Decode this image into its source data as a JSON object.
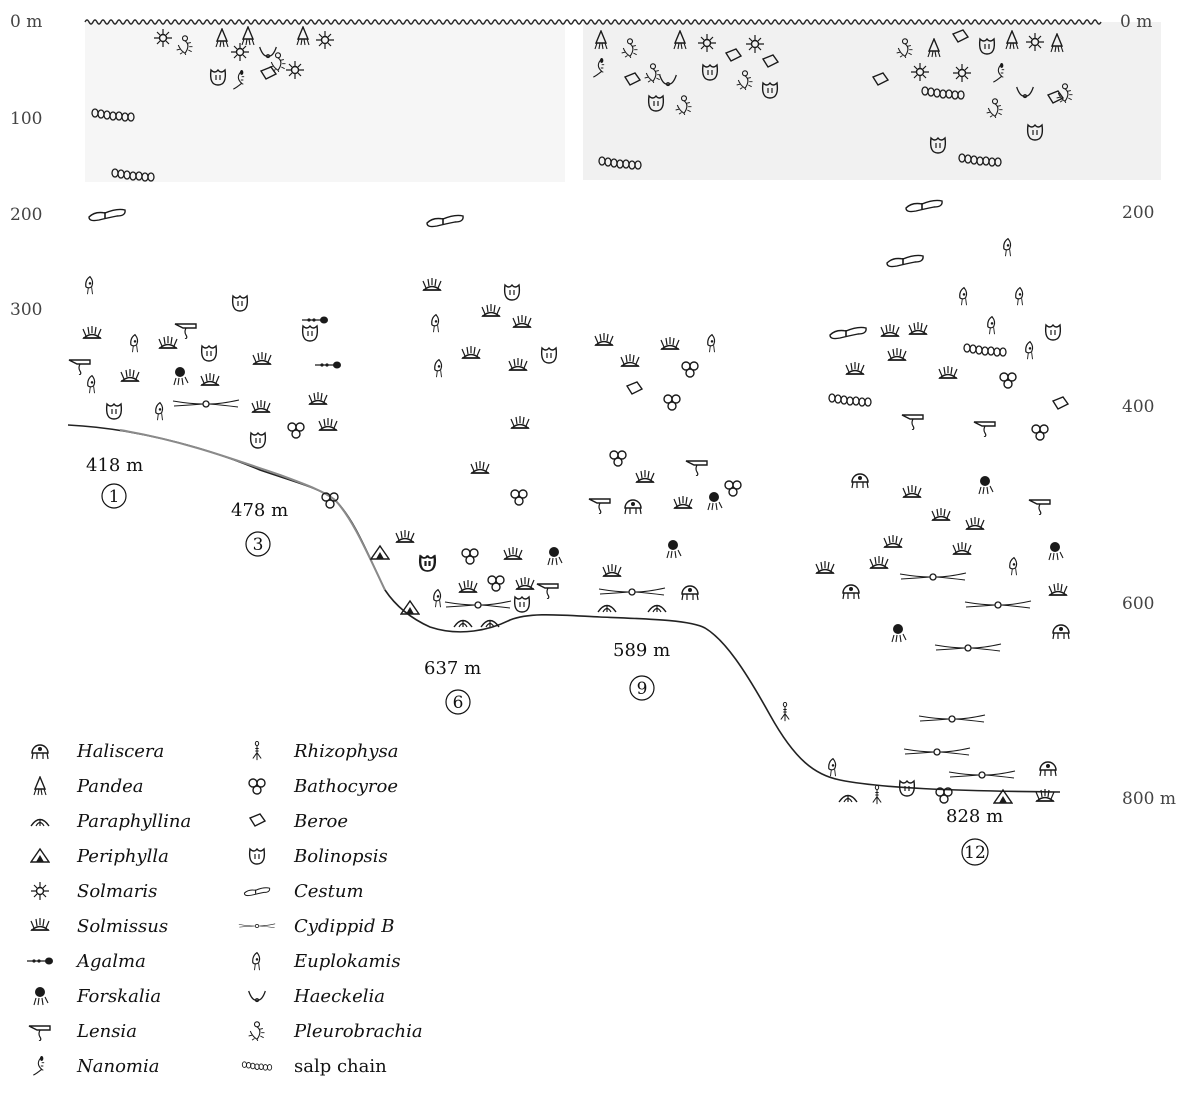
{
  "depth_axis": {
    "left_labels": [
      "0 m",
      "100",
      "200",
      "300"
    ],
    "right_labels": [
      "0 m",
      "200",
      "400",
      "600",
      "800 m"
    ]
  },
  "stations": [
    {
      "depth": "418 m",
      "number": "1"
    },
    {
      "depth": "478 m",
      "number": "3"
    },
    {
      "depth": "637 m",
      "number": "6"
    },
    {
      "depth": "589 m",
      "number": "9"
    },
    {
      "depth": "828 m",
      "number": "12"
    }
  ],
  "legend": {
    "left_column": [
      {
        "name": "Haliscera",
        "icon": "haliscera-icon"
      },
      {
        "name": "Pandea",
        "icon": "pandea-icon"
      },
      {
        "name": "Paraphyllina",
        "icon": "paraphyllina-icon"
      },
      {
        "name": "Periphylla",
        "icon": "periphylla-icon"
      },
      {
        "name": "Solmaris",
        "icon": "solmaris-icon"
      },
      {
        "name": "Solmissus",
        "icon": "solmissus-icon"
      },
      {
        "name": "Agalma",
        "icon": "agalma-icon"
      },
      {
        "name": "Forskalia",
        "icon": "forskalia-icon"
      },
      {
        "name": "Lensia",
        "icon": "lensia-icon"
      },
      {
        "name": "Nanomia",
        "icon": "nanomia-icon"
      }
    ],
    "right_column": [
      {
        "name": "Rhizophysa",
        "icon": "rhizophysa-icon"
      },
      {
        "name": "Bathocyroe",
        "icon": "bathocyroe-icon"
      },
      {
        "name": "Beroe",
        "icon": "beroe-icon"
      },
      {
        "name": "Bolinopsis",
        "icon": "bolinopsis-icon"
      },
      {
        "name": "Cestum",
        "icon": "cestum-icon"
      },
      {
        "name": "Cydippid B",
        "icon": "cydippid-icon"
      },
      {
        "name": "Euplokamis",
        "icon": "euplokamis-icon"
      },
      {
        "name": "Haeckelia",
        "icon": "haeckelia-icon"
      },
      {
        "name": "Pleurobrachia",
        "icon": "pleurobrachia-icon"
      },
      {
        "name": "salp chain",
        "icon": "salp-chain-icon"
      }
    ]
  },
  "colors": {
    "ink": "#1a1a1a",
    "shaded_surface_zone": "#f3f3f3",
    "seafloor_line": "#222222",
    "seafloor_grey_segment": "#777777"
  }
}
